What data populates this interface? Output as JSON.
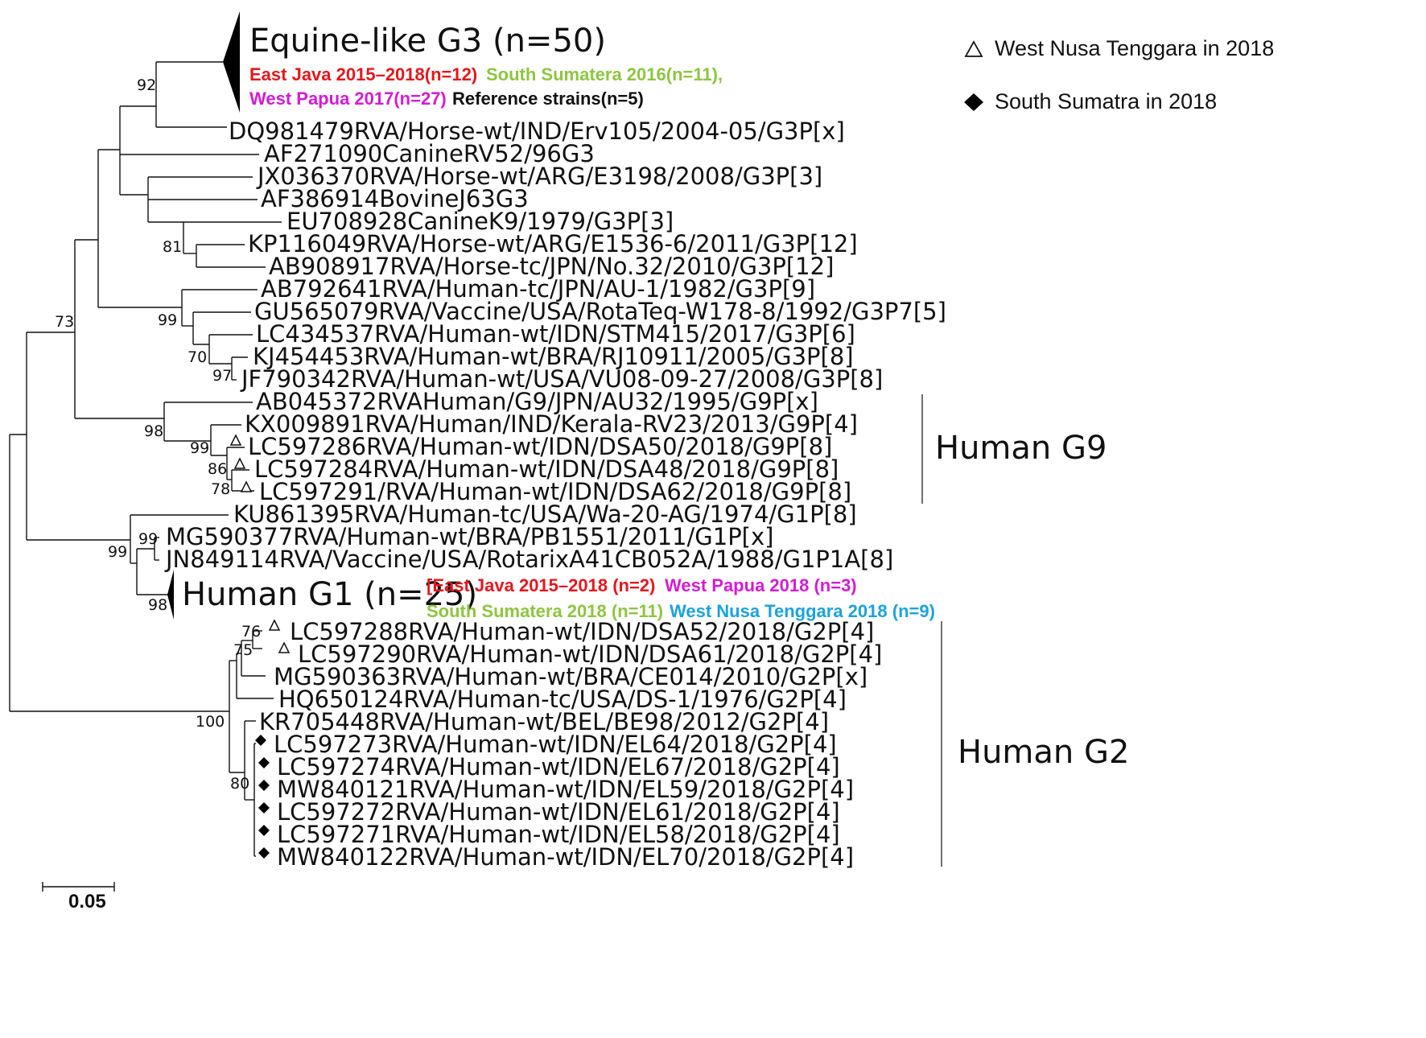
{
  "legend": {
    "triangle_label": "West Nusa Tenggara in 2018",
    "diamond_label": "South Sumatra in 2018"
  },
  "groups": {
    "equine_title": "Equine-like G3 (n=50)",
    "equine_east_java": "East Java 2015–2018(n=12)",
    "equine_south_sumatera": "South Sumatera 2016(n=11),",
    "equine_west_papua": "West Papua 2017(n=27)",
    "equine_reference": "Reference strains(n=5)",
    "g1_title": "Human G1 (n=25)",
    "g1_east_java": "[East Java 2015–2018 (n=2)",
    "g1_west_papua": "West Papua 2018 (n=3)",
    "g1_south_sumatera": "South Sumatera 2018 (n=11)",
    "g1_west_nusa": "West Nusa Tenggara 2018 (n=9)",
    "g9_label": "Human G9",
    "g2_label": "Human G2"
  },
  "colors": {
    "east_java": "#e8161b",
    "south_sumatera": "#8dc63f",
    "west_papua": "#d61ad6",
    "west_nusa": "#1aa3e0",
    "reference": "#111111"
  },
  "leaves": [
    "DQ981479RVA/Horse-wt/IND/Erv105/2004-05/G3P[x]",
    "AF271090CanineRV52/96G3",
    "JX036370RVA/Horse-wt/ARG/E3198/2008/G3P[3]",
    "AF386914BovineJ63G3",
    "EU708928CanineK9/1979/G3P[3]",
    "KP116049RVA/Horse-wt/ARG/E1536-6/2011/G3P[12]",
    "AB908917RVA/Horse-tc/JPN/No.32/2010/G3P[12]",
    "AB792641RVA/Human-tc/JPN/AU-1/1982/G3P[9]",
    "GU565079RVA/Vaccine/USA/RotaTeq-W178-8/1992/G3P7[5]",
    "LC434537RVA/Human-wt/IDN/STM415/2017/G3P[6]",
    "KJ454453RVA/Human-wt/BRA/RJ10911/2005/G3P[8]",
    "JF790342RVA/Human-wt/USA/VU08-09-27/2008/G3P[8]",
    "AB045372RVAHuman/G9/JPN/AU32/1995/G9P[x]",
    "KX009891RVA/Human/IND/Kerala-RV23/2013/G9P[4]",
    "LC597286RVA/Human-wt/IDN/DSA50/2018/G9P[8]",
    "LC597284RVA/Human-wt/IDN/DSA48/2018/G9P[8]",
    "LC597291/RVA/Human-wt/IDN/DSA62/2018/G9P[8]",
    "KU861395RVA/Human-tc/USA/Wa-20-AG/1974/G1P[8]",
    "MG590377RVA/Human-wt/BRA/PB1551/2011/G1P[x]",
    "JN849114RVA/Vaccine/USA/RotarixA41CB052A/1988/G1P1A[8]",
    "LC597288RVA/Human-wt/IDN/DSA52/2018/G2P[4]",
    "LC597290RVA/Human-wt/IDN/DSA61/2018/G2P[4]",
    "MG590363RVA/Human-wt/BRA/CE014/2010/G2P[x]",
    "HQ650124RVA/Human-tc/USA/DS-1/1976/G2P[4]",
    "KR705448RVA/Human-wt/BEL/BE98/2012/G2P[4]",
    "LC597273RVA/Human-wt/IDN/EL64/2018/G2P[4]",
    "LC597274RVA/Human-wt/IDN/EL67/2018/G2P[4]",
    "MW840121RVA/Human-wt/IDN/EL59/2018/G2P[4]",
    "LC597272RVA/Human-wt/IDN/EL61/2018/G2P[4]",
    "LC597271RVA/Human-wt/IDN/EL58/2018/G2P[4]",
    "MW840122RVA/Human-wt/IDN/EL70/2018/G2P[4]"
  ],
  "bootstrap": [
    "92",
    "81",
    "73",
    "99",
    "70",
    "97",
    "98",
    "99",
    "86",
    "78",
    "99",
    "99",
    "98",
    "76",
    "75",
    "100",
    "80"
  ],
  "scale_bar": "0.05"
}
